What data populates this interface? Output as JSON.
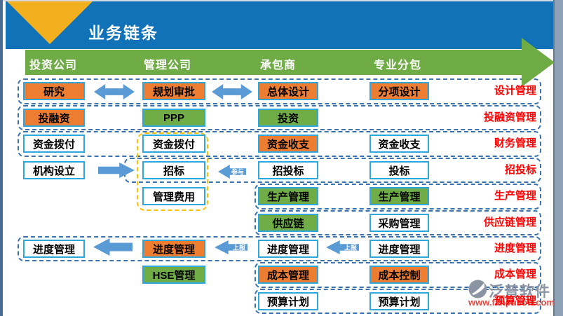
{
  "header": {
    "title": "业务链条"
  },
  "columns": [
    "投资公司",
    "管理公司",
    "承包商",
    "专业分包"
  ],
  "rows": [
    {
      "label": "设计管理",
      "boxes": [
        {
          "text": "研究"
        },
        {
          "text": "规划审批"
        },
        {
          "text": "总体设计"
        },
        {
          "text": "分项设计"
        }
      ]
    },
    {
      "label": "投融资管理",
      "boxes": [
        {
          "text": "投融资"
        },
        {
          "text": "PPP"
        },
        {
          "text": "投资"
        }
      ]
    },
    {
      "label": "财务管理",
      "boxes": [
        {
          "text": "资金拨付"
        },
        {
          "text": "资金拨付"
        },
        {
          "text": "资金收支"
        },
        {
          "text": "资金收支"
        }
      ]
    },
    {
      "label": "招投标",
      "boxes": [
        {
          "text": "机构设立"
        },
        {
          "text": "招标"
        },
        {
          "text": "招投标"
        },
        {
          "text": "投标"
        }
      ]
    },
    {
      "label": "生产管理",
      "boxes": [
        {
          "text": "管理费用"
        },
        {
          "text": "生产管理"
        },
        {
          "text": "生产管理"
        }
      ]
    },
    {
      "label": "供应链管理",
      "boxes": [
        {
          "text": "供应链"
        },
        {
          "text": "采购管理"
        }
      ]
    },
    {
      "label": "进度管理",
      "boxes": [
        {
          "text": "进度管理"
        },
        {
          "text": "进度管理"
        },
        {
          "text": "进度管理"
        },
        {
          "text": "进度管理"
        }
      ]
    },
    {
      "label": "成本管理",
      "boxes": [
        {
          "text": "HSE管理"
        },
        {
          "text": "成本管理"
        },
        {
          "text": "成本控制"
        }
      ]
    },
    {
      "label": "预算管理",
      "boxes": [
        {
          "text": "预算计划"
        },
        {
          "text": "预算计划"
        }
      ]
    }
  ],
  "arrow_labels": {
    "participate": "参与",
    "report1": "上报",
    "report2": "上报"
  },
  "watermark": {
    "brand": "泛普软件",
    "url": "www.fanpusoft.com"
  },
  "colors": {
    "header_blue": "#1172B8",
    "gold": "#F2B01E",
    "band_green": "#6FAC46",
    "box_orange": "#ED7D31",
    "box_green": "#70AD47",
    "box_border": "#2FA7DC",
    "dash_band": "#3C73AE",
    "dash_group": "#FFC000",
    "arrow_blue": "#5B9BD5",
    "label_red": "#FF0000"
  }
}
